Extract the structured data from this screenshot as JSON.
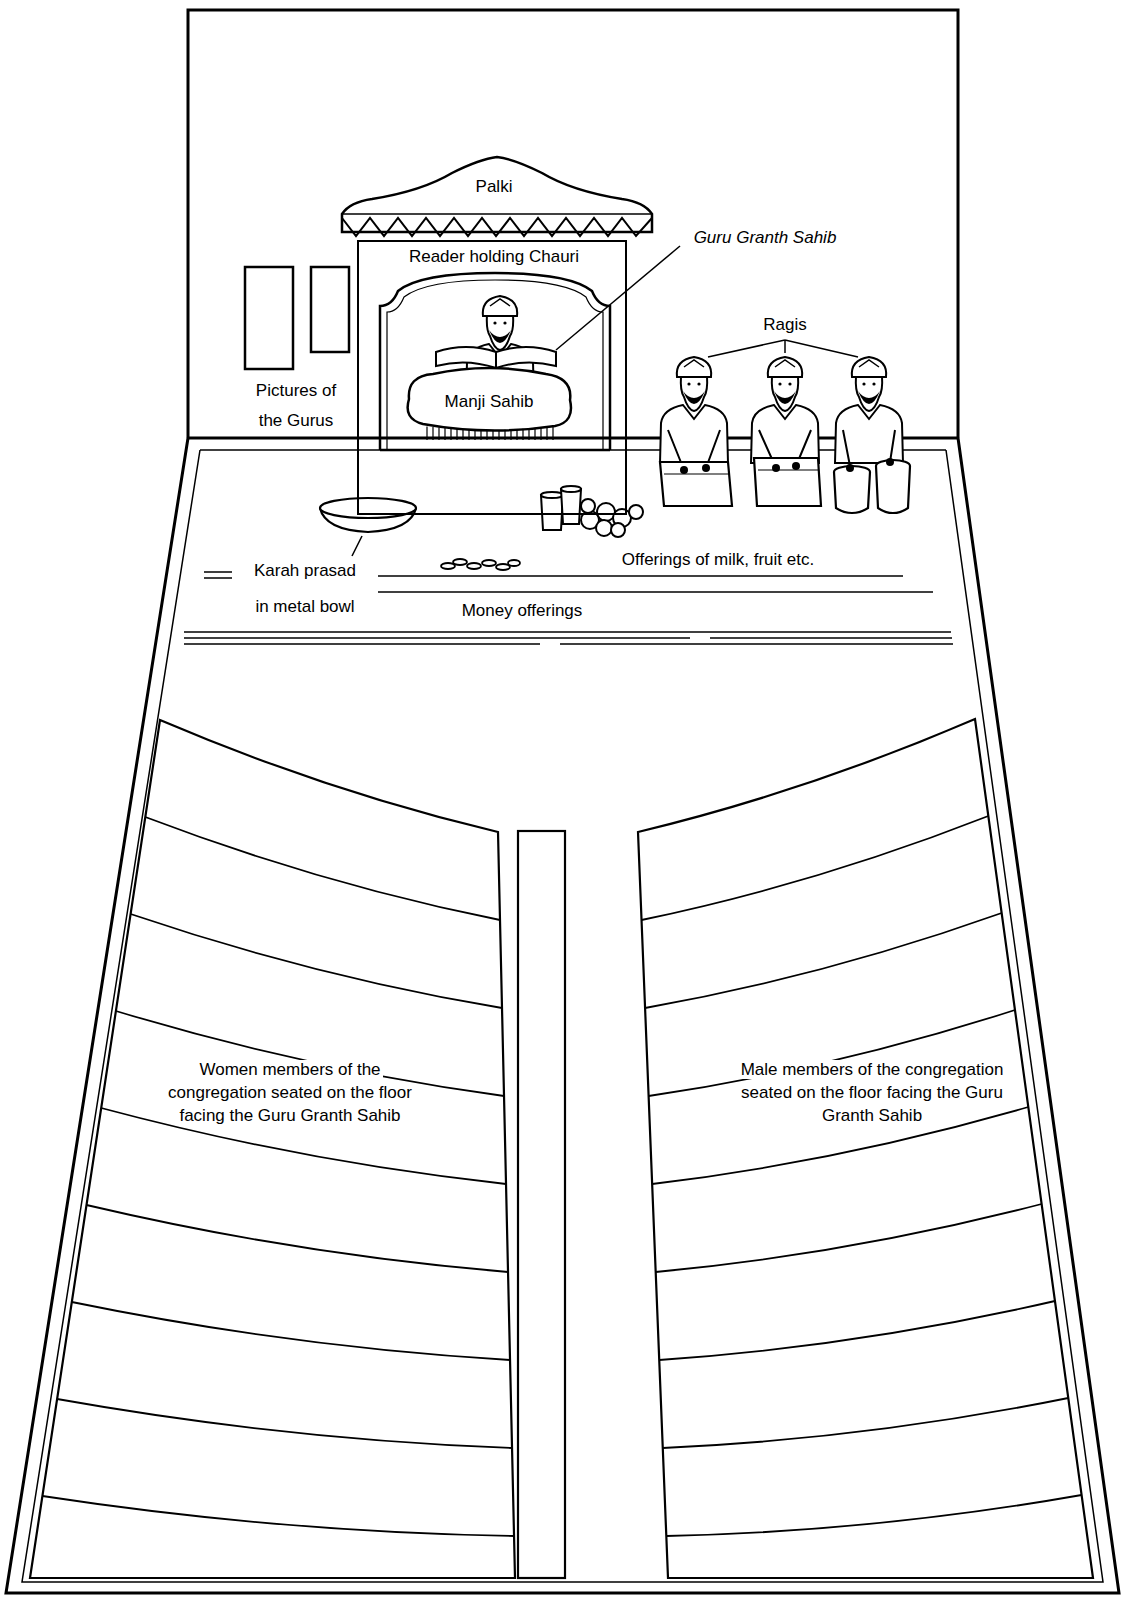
{
  "diagram": {
    "nodes": [
      {
        "text": [
          "Palki",
          "Reader holding Chauri"
        ]
      },
      {
        "text": [
          "Manji Sahib"
        ],
        "in": 0
      },
      {
        "text": [
          "Women members of the congregation seated on the floor facing the Guru Granth Sahib"
        ]
      },
      {
        "text": [
          "Male members of the congregation seated on the floor facing the Guru Granth Sahib"
        ]
      }
    ],
    "labels": [
      "Guru Granth Sahib",
      "Ragis",
      "Pictures of the Gurus",
      "Karah prasad in metal bowl",
      "Offerings of milk, fruit etc.",
      "Money offerings"
    ]
  }
}
